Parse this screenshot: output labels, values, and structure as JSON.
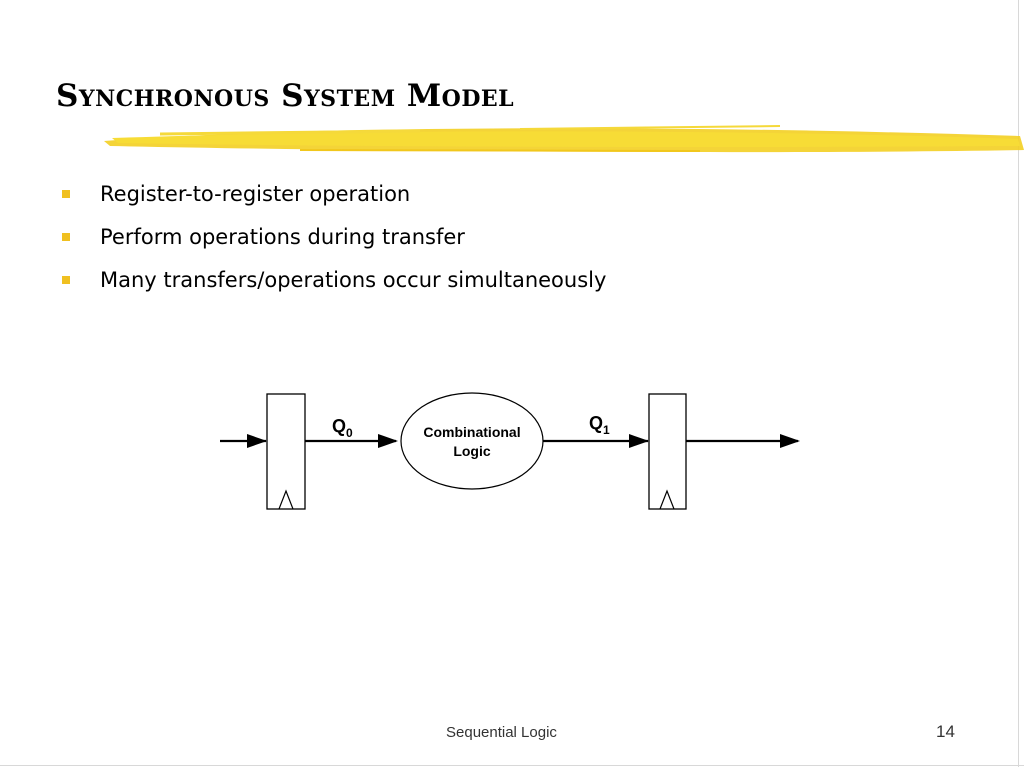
{
  "slide": {
    "title": "Synchronous System Model",
    "bullets": [
      "Register-to-register operation",
      "Perform operations during transfer",
      "Many transfers/operations occur simultaneously"
    ],
    "footer": "Sequential Logic",
    "page_number": "14",
    "accent_color": "#f0c020"
  },
  "diagram": {
    "q0_main": "Q",
    "q0_sub": "0",
    "q1_main": "Q",
    "q1_sub": "1",
    "logic_line1": "Combinational",
    "logic_line2": "Logic"
  }
}
